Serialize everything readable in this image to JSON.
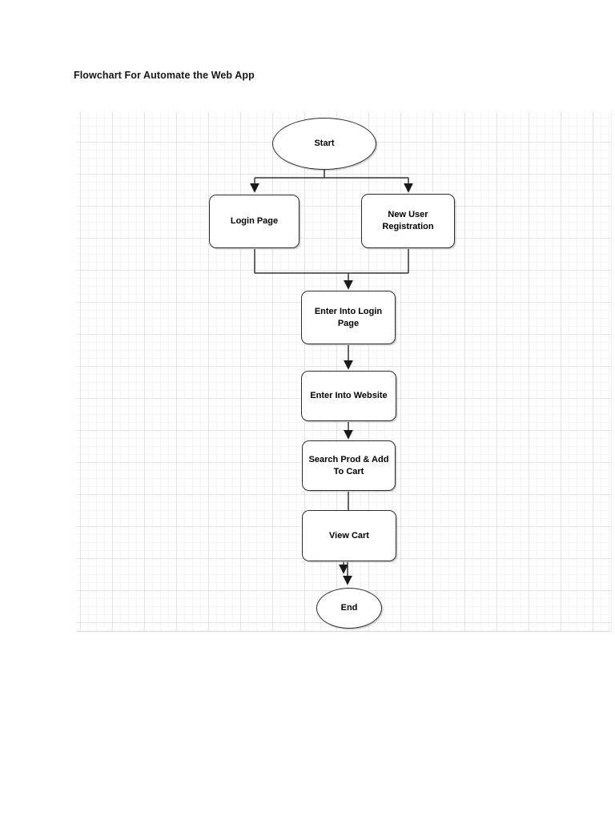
{
  "page": {
    "title": "Flowchart For Automate the Web App"
  },
  "flowchart": {
    "nodes": {
      "start": {
        "label": "Start",
        "shape": "ellipse"
      },
      "login_page": {
        "label": "Login Page",
        "shape": "rounded-rectangle"
      },
      "new_user_registration": {
        "label": "New User Registration",
        "shape": "rounded-rectangle"
      },
      "enter_into_login_page": {
        "label": "Enter Into Login Page",
        "shape": "rounded-rectangle"
      },
      "enter_into_website": {
        "label": "Enter Into Website",
        "shape": "rounded-rectangle"
      },
      "search_prod_add_to_cart": {
        "label": "Search Prod & Add To Cart",
        "shape": "rounded-rectangle"
      },
      "view_cart": {
        "label": "View Cart",
        "shape": "rounded-rectangle"
      },
      "end": {
        "label": "End",
        "shape": "ellipse"
      }
    },
    "edges": [
      {
        "from": "start",
        "to": "login_page",
        "arrow": true
      },
      {
        "from": "start",
        "to": "new_user_registration",
        "arrow": true
      },
      {
        "from": "login_page",
        "to": "enter_into_login_page",
        "arrow": true
      },
      {
        "from": "new_user_registration",
        "to": "enter_into_login_page",
        "arrow": true
      },
      {
        "from": "enter_into_login_page",
        "to": "enter_into_website",
        "arrow": true
      },
      {
        "from": "enter_into_website",
        "to": "search_prod_add_to_cart",
        "arrow": true
      },
      {
        "from": "search_prod_add_to_cart",
        "to": "view_cart",
        "arrow": false
      },
      {
        "from": "view_cart",
        "to": "end",
        "arrow": true
      },
      {
        "from": "view_cart",
        "to": "end",
        "arrow": true
      }
    ],
    "colors": {
      "shape_fill": "#ffffff",
      "shape_stroke": "#2d2d2d",
      "edge_stroke": "#333333",
      "text": "#000000",
      "grid_major": "#e4e4e4",
      "grid_minor": "#f4f4f4",
      "page_background": "#ffffff"
    }
  }
}
